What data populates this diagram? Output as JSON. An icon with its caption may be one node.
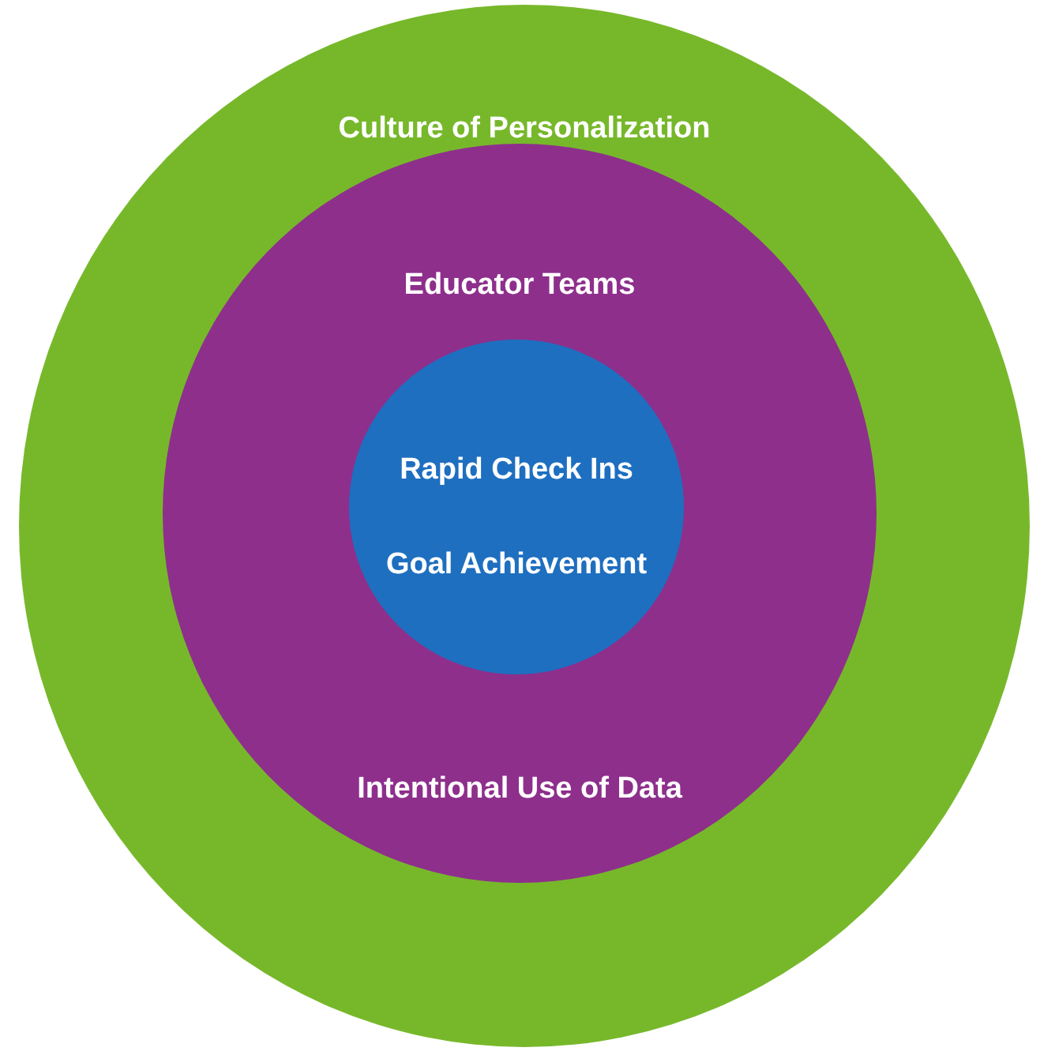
{
  "diagram": {
    "nodes": [
      {
        "text": [
          "Culture of Personalization"
        ]
      },
      {
        "text": [
          "Educator Teams",
          "Intentional Use of Data"
        ],
        "in": 0
      },
      {
        "text": [
          "Rapid Check Ins",
          "Goal Achievement"
        ],
        "in": 1
      }
    ]
  }
}
